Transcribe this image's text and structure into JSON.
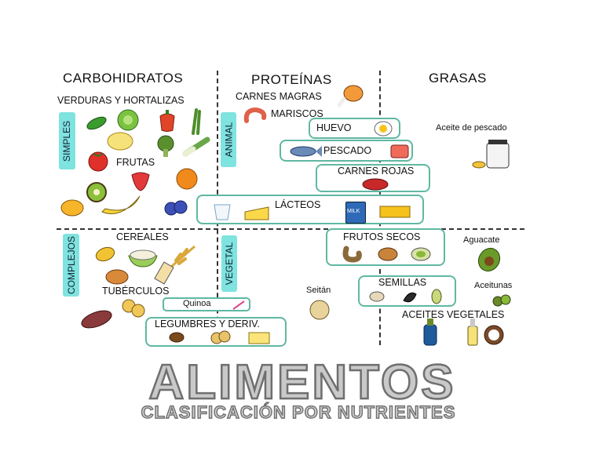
{
  "headers": {
    "carbs": "CARBOHIDRATOS",
    "proteins": "PROTEÍNAS",
    "fats": "GRASAS"
  },
  "carbs": {
    "vegetables": "VERDURAS Y HORTALIZAS",
    "fruits": "FRUTAS",
    "simple_tab": "SIMPLES",
    "complex_tab": "COMPLEJOS",
    "cereals": "CEREALES",
    "tubers": "TUBÉRCULOS",
    "quinoa": "Quinoa",
    "legumes": "LEGUMBRES Y DERIV."
  },
  "proteins": {
    "animal_tab": "ANIMAL",
    "vegetal_tab": "VEGETAL",
    "lean_meats": "CARNES MAGRAS",
    "seafood": "MARISCOS",
    "egg": "HUEVO",
    "fish": "PESCADO",
    "red_meats": "CARNES ROJAS",
    "dairy": "LÁCTEOS",
    "milk_carton": "MILK",
    "seitan": "Seitán",
    "nuts": "FRUTOS SECOS",
    "seeds": "SEMILLAS",
    "veg_oils": "ACEITES VEGETALES"
  },
  "fats": {
    "fish_oil": "Aceite de pescado",
    "avocado": "Aguacate",
    "olives": "Aceitunas"
  },
  "footer": {
    "title": "ALIMENTOS",
    "subtitle": "CLASIFICACIÓN POR NUTRIENTES"
  },
  "colors": {
    "tab": "#7fe3df",
    "pill_border": "#5fb8a2",
    "title_fill": "#c9c9c9",
    "title_stroke": "#6f6f6f"
  }
}
